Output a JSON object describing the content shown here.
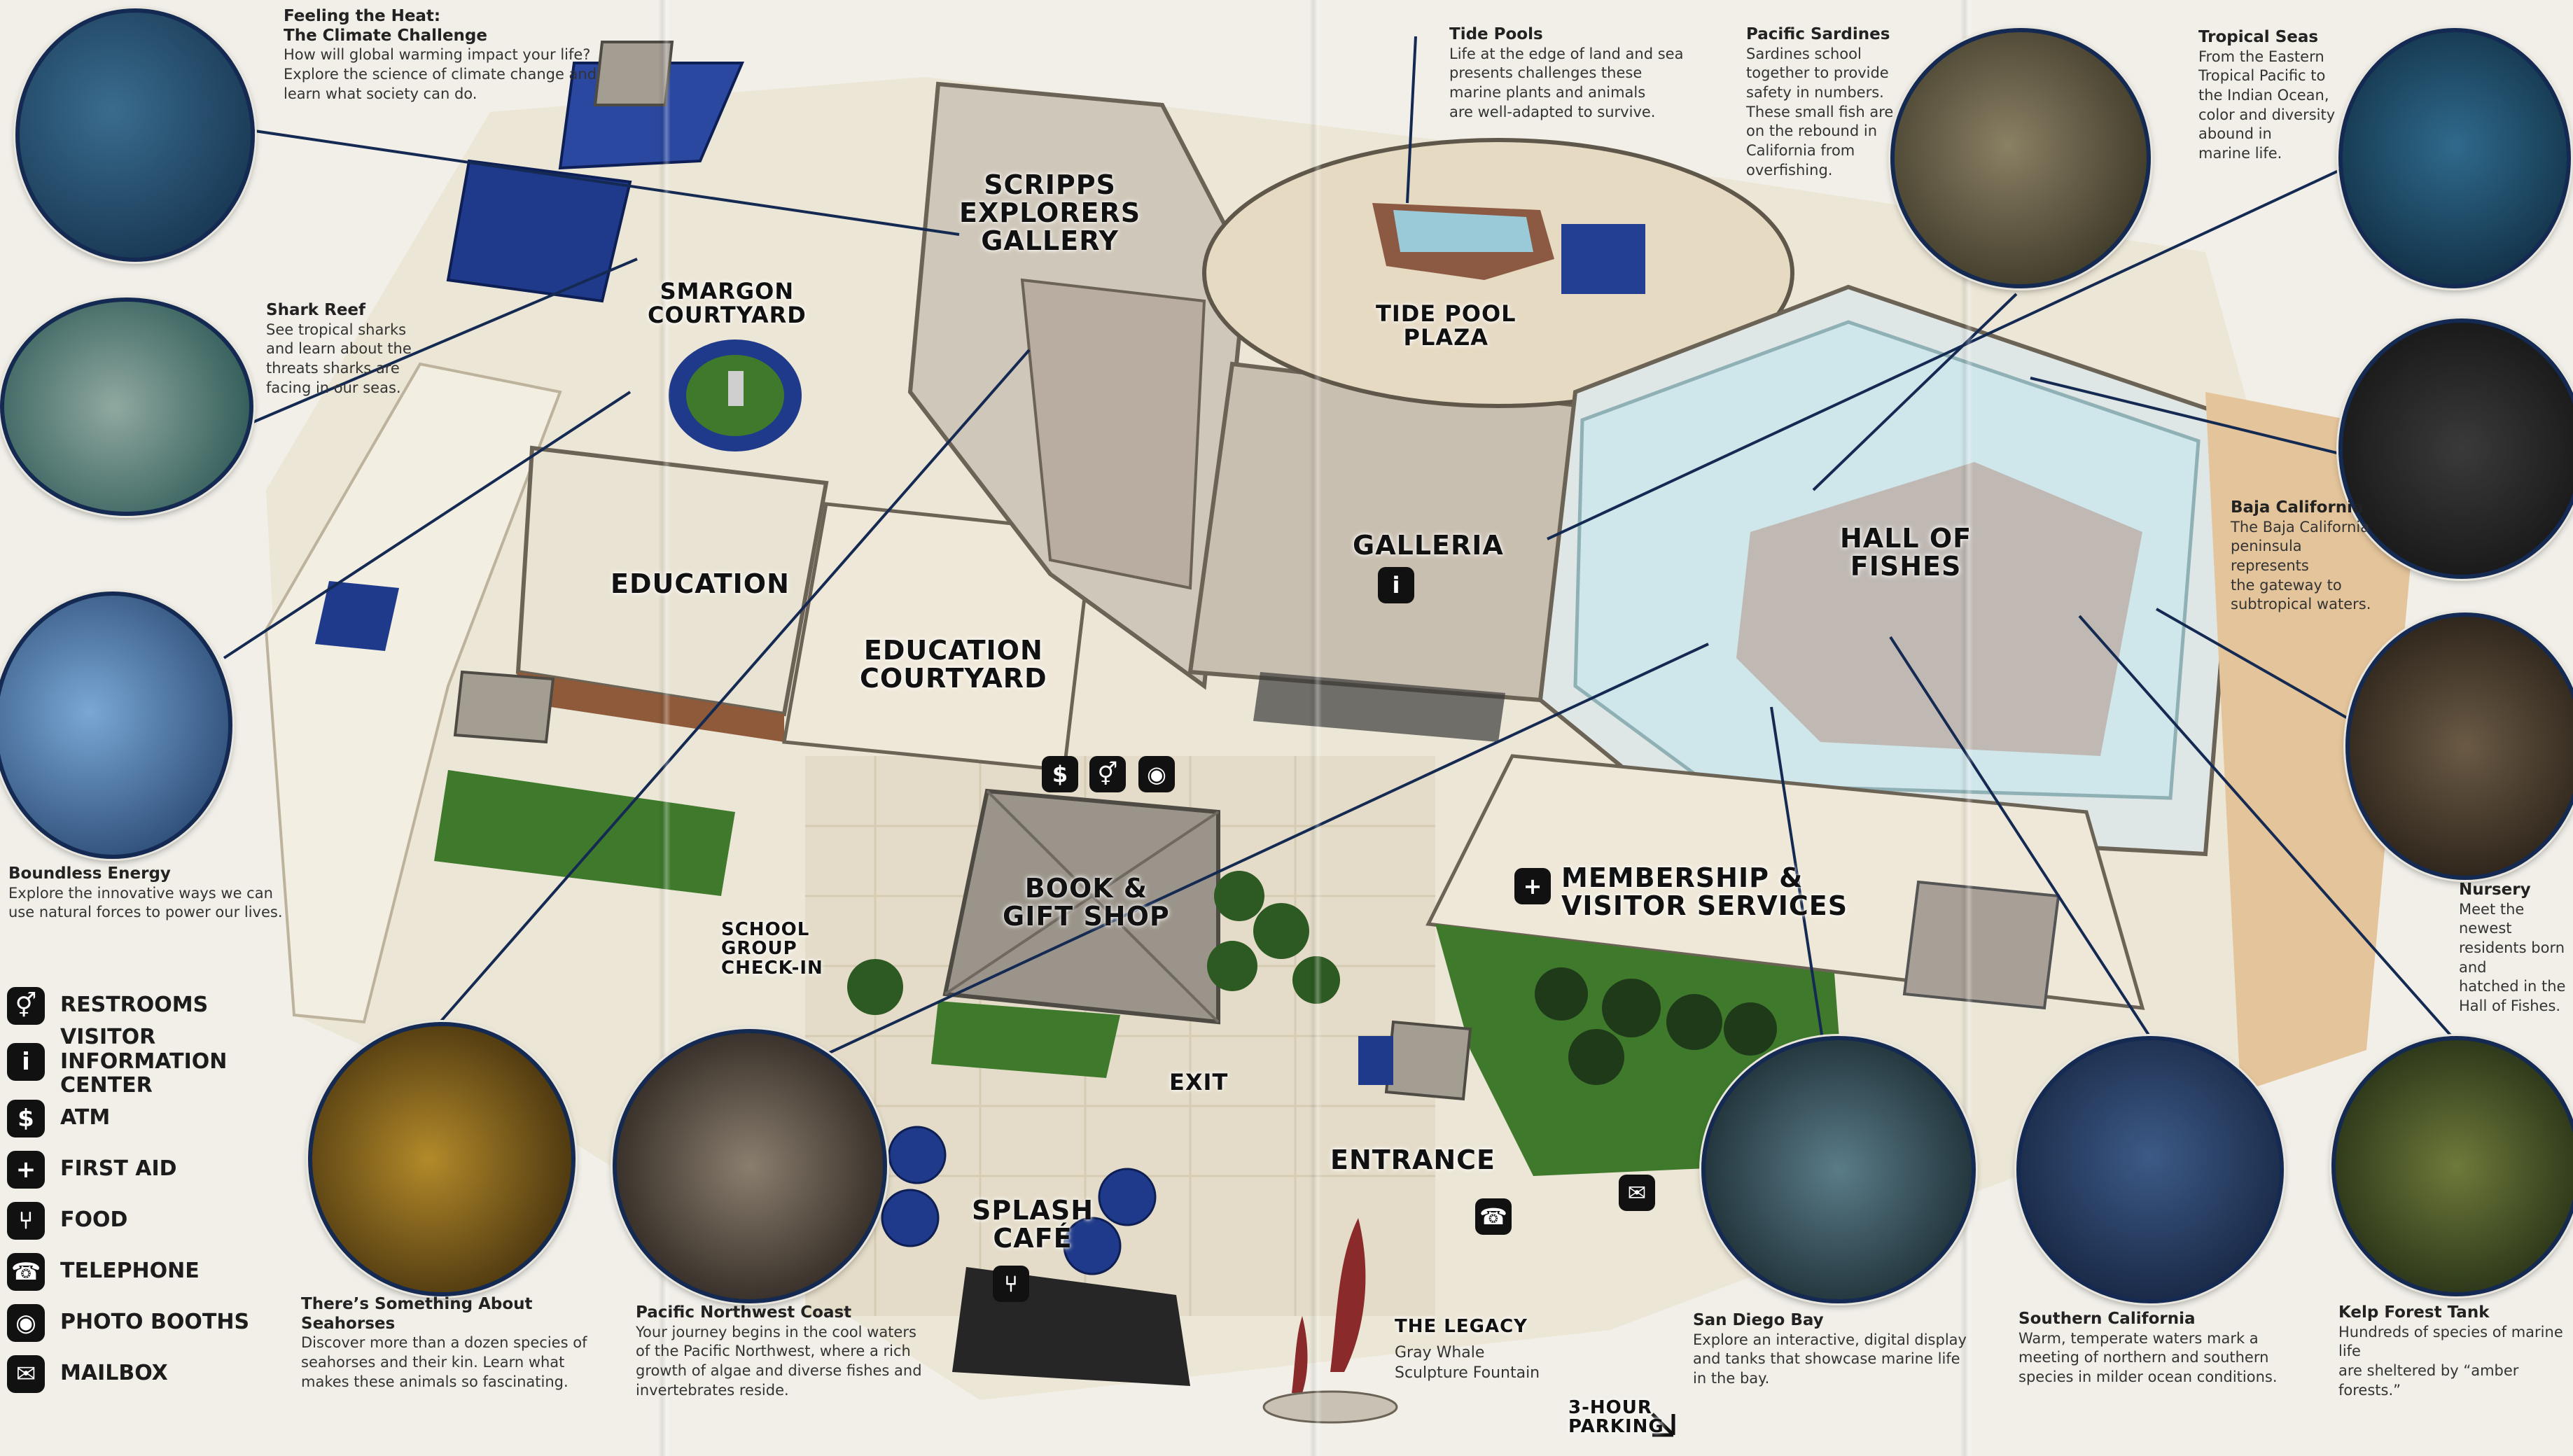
{
  "locations": {
    "scripps": "SCRIPPS\nEXPLORERS\nGALLERY",
    "smargon": "SMARGON\nCOURTYARD",
    "tidepool": "TIDE POOL\nPLAZA",
    "education": "EDUCATION",
    "edu_courtyard": "EDUCATION\nCOURTYARD",
    "galleria": "GALLERIA",
    "hall": "HALL OF\nFISHES",
    "bookshop": "BOOK &\nGIFT SHOP",
    "school": "SCHOOL\nGROUP\nCHECK-IN",
    "membership": "MEMBERSHIP &\nVISITOR SERVICES",
    "exit": "EXIT",
    "entrance": "ENTRANCE",
    "splash": "SPLASH\nCAFÉ",
    "legacy": "THE LEGACY",
    "legacy_sub": "Gray Whale\nSculpture Fountain",
    "parking": "3-HOUR\nPARKING"
  },
  "callouts": {
    "climate": {
      "title": "Feeling the Heat:\nThe Climate Challenge",
      "text": "How will global warming impact your life?\nExplore the science of climate change and\nlearn what society can do."
    },
    "shark": {
      "title": "Shark Reef",
      "text": "See tropical sharks\nand learn about the\nthreats sharks are\nfacing in our seas."
    },
    "energy": {
      "title": "Boundless Energy",
      "text": "Explore the innovative ways we can\nuse natural forces to power our lives."
    },
    "tidepools": {
      "title": "Tide Pools",
      "text": "Life at the edge of land and sea\npresents challenges these\nmarine plants and animals\nare well-adapted to survive."
    },
    "sardines": {
      "title": "Pacific Sardines",
      "text": "Sardines school\ntogether to provide\nsafety in numbers.\nThese small fish are\non the rebound in\nCalifornia from\noverfishing."
    },
    "tropical": {
      "title": "Tropical Seas",
      "text": "From the Eastern\nTropical Pacific to\nthe Indian Ocean,\ncolor and diversity\nabound in\nmarine life."
    },
    "baja": {
      "title": "Baja California",
      "text": "The Baja California\npeninsula represents\nthe gateway to\nsubtropical waters."
    },
    "nursery": {
      "title": "Nursery",
      "text": "Meet the newest\nresidents born and\nhatched in the\nHall of Fishes."
    },
    "seahorses": {
      "title": "There’s Something About Seahorses",
      "text": "Discover more than a dozen species of\nseahorses and their kin. Learn what\nmakes these animals so fascinating."
    },
    "pnw": {
      "title": "Pacific Northwest Coast",
      "text": "Your journey begins in the cool waters\nof the Pacific Northwest, where a rich\ngrowth of algae and diverse fishes and\ninvertebrates reside."
    },
    "sandiego": {
      "title": "San Diego Bay",
      "text": "Explore an interactive, digital display\nand tanks that showcase marine life\nin the bay."
    },
    "socal": {
      "title": "Southern California",
      "text": "Warm, temperate waters mark a\nmeeting of northern and southern\nspecies in milder ocean conditions."
    },
    "kelp": {
      "title": "Kelp Forest Tank",
      "text": "Hundreds of species of marine life\nare sheltered by “amber forests.”"
    }
  },
  "legend": [
    {
      "icon": "restroom-icon",
      "glyph": "⚥",
      "label": "RESTROOMS"
    },
    {
      "icon": "info-icon",
      "glyph": "i",
      "label": "VISITOR INFORMATION\nCENTER"
    },
    {
      "icon": "atm-icon",
      "glyph": "$",
      "label": "ATM"
    },
    {
      "icon": "first-aid-icon",
      "glyph": "+",
      "label": "FIRST AID"
    },
    {
      "icon": "food-icon",
      "glyph": "⑂",
      "label": "FOOD"
    },
    {
      "icon": "telephone-icon",
      "glyph": "☎",
      "label": "TELEPHONE"
    },
    {
      "icon": "camera-icon",
      "glyph": "◉",
      "label": "PHOTO BOOTHS"
    },
    {
      "icon": "mailbox-icon",
      "glyph": "✉",
      "label": "MAILBOX"
    }
  ],
  "map_icons": {
    "info": "i",
    "atm": "$",
    "restroom": "⚥",
    "camera": "◉",
    "firstaid": "+",
    "food": "⑂",
    "phone": "☎",
    "mail": "✉"
  },
  "colors": {
    "frame": "#142a52",
    "roof_blue": "#1f3a8a",
    "lawn": "#3f7a2c",
    "water": "#cfe6ea",
    "paving": "#ece6d6"
  }
}
